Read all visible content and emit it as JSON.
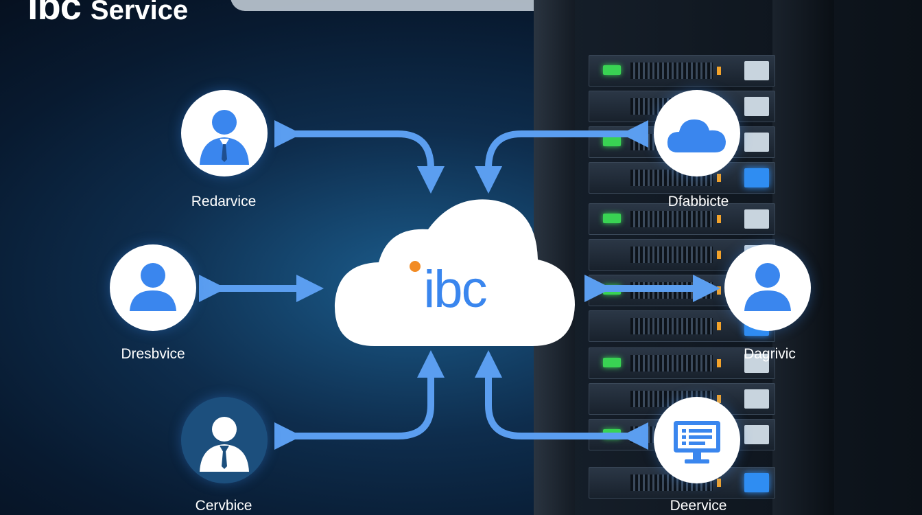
{
  "header": {
    "brand_main": "ibc",
    "brand_sub": "Service"
  },
  "center": {
    "label": "ibc"
  },
  "nodes": [
    {
      "id": "top-left",
      "label": "Redarvice",
      "icon": "businessman-icon"
    },
    {
      "id": "middle-left",
      "label": "Dresbvice",
      "icon": "user-icon"
    },
    {
      "id": "bottom-left",
      "label": "Cervbice",
      "icon": "businessman-icon"
    },
    {
      "id": "top-right",
      "label": "Dfabbicte",
      "icon": "cloud-icon"
    },
    {
      "id": "middle-right",
      "label": "Dagrivic",
      "icon": "user-icon"
    },
    {
      "id": "bottom-right",
      "label": "Deervice",
      "icon": "monitor-icon"
    }
  ],
  "colors": {
    "accent": "#3a86ee",
    "arrow": "#5b9ef0",
    "cloud": "#ffffff",
    "background": "#081a30",
    "dot": "#f28b24"
  }
}
